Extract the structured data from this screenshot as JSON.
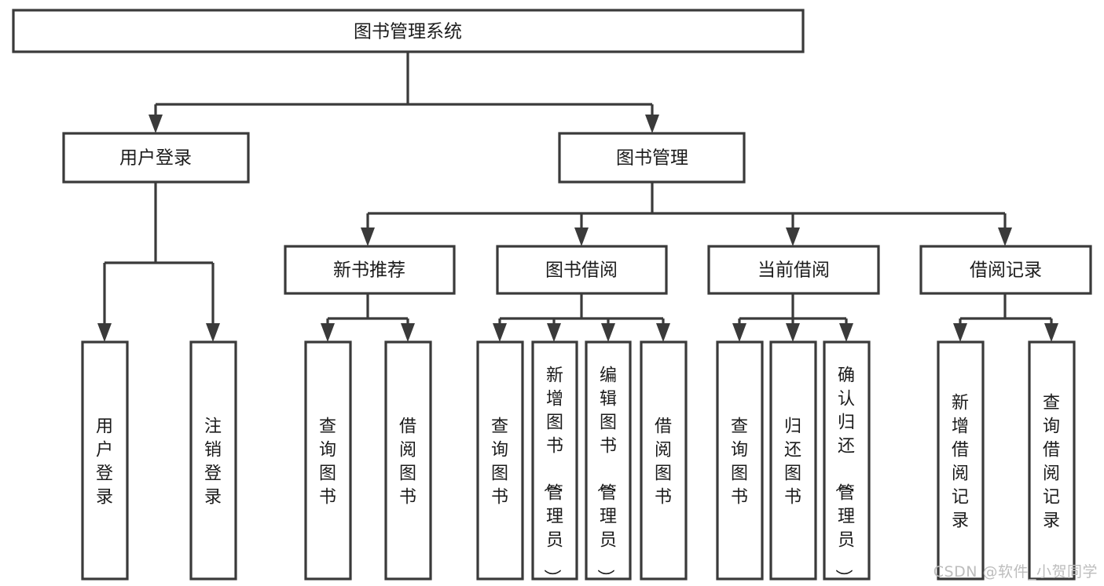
{
  "diagram": {
    "title": "图书管理系统",
    "type": "tree-hierarchy-diagram",
    "colors": {
      "background": "#ffffff",
      "box_fill": "#ffffff",
      "box_stroke": "#3a3a3a",
      "connector": "#3a3a3a",
      "text": "#1b1b1b",
      "watermark": "#bdbdbd"
    },
    "root": {
      "label": "图书管理系统"
    },
    "level2": [
      {
        "label": "用户登录"
      },
      {
        "label": "图书管理"
      }
    ],
    "level3": [
      {
        "label": "新书推荐"
      },
      {
        "label": "图书借阅"
      },
      {
        "label": "当前借阅"
      },
      {
        "label": "借阅记录"
      }
    ],
    "leaves": {
      "user_login": [
        {
          "label": "用户登录"
        },
        {
          "label": "注销登录"
        }
      ],
      "new_book_recommend": [
        {
          "label": "查询图书"
        },
        {
          "label": "借阅图书"
        }
      ],
      "book_borrow": [
        {
          "label": "查询图书"
        },
        {
          "label": "新增图书（管理员）"
        },
        {
          "label": "编辑图书（管理员）"
        },
        {
          "label": "借阅图书"
        }
      ],
      "current_borrow": [
        {
          "label": "查询图书"
        },
        {
          "label": "归还图书"
        },
        {
          "label": "确认归还（管理员）"
        }
      ],
      "borrow_record": [
        {
          "label": "新增借阅记录"
        },
        {
          "label": "查询借阅记录"
        }
      ]
    }
  },
  "watermark": {
    "text": "CSDN @软件_小贺同学"
  }
}
